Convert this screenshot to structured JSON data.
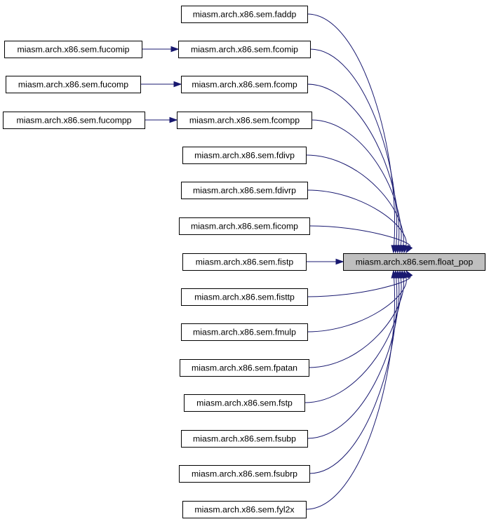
{
  "graph": {
    "root": {
      "id": "float_pop",
      "label": "miasm.arch.x86.sem.float_pop"
    },
    "nodes": [
      {
        "id": "faddp",
        "label": "miasm.arch.x86.sem.faddp"
      },
      {
        "id": "fcomip",
        "label": "miasm.arch.x86.sem.fcomip"
      },
      {
        "id": "fcomp",
        "label": "miasm.arch.x86.sem.fcomp"
      },
      {
        "id": "fcompp",
        "label": "miasm.arch.x86.sem.fcompp"
      },
      {
        "id": "fdivp",
        "label": "miasm.arch.x86.sem.fdivp"
      },
      {
        "id": "fdivrp",
        "label": "miasm.arch.x86.sem.fdivrp"
      },
      {
        "id": "ficomp",
        "label": "miasm.arch.x86.sem.ficomp"
      },
      {
        "id": "fistp",
        "label": "miasm.arch.x86.sem.fistp"
      },
      {
        "id": "fisttp",
        "label": "miasm.arch.x86.sem.fisttp"
      },
      {
        "id": "fmulp",
        "label": "miasm.arch.x86.sem.fmulp"
      },
      {
        "id": "fpatan",
        "label": "miasm.arch.x86.sem.fpatan"
      },
      {
        "id": "fstp",
        "label": "miasm.arch.x86.sem.fstp"
      },
      {
        "id": "fsubp",
        "label": "miasm.arch.x86.sem.fsubp"
      },
      {
        "id": "fsubrp",
        "label": "miasm.arch.x86.sem.fsubrp"
      },
      {
        "id": "fyl2x",
        "label": "miasm.arch.x86.sem.fyl2x"
      },
      {
        "id": "fucomip",
        "label": "miasm.arch.x86.sem.fucomip"
      },
      {
        "id": "fucomp",
        "label": "miasm.arch.x86.sem.fucomp"
      },
      {
        "id": "fucompp",
        "label": "miasm.arch.x86.sem.fucompp"
      }
    ],
    "edges": [
      {
        "from": "faddp",
        "to": "float_pop"
      },
      {
        "from": "fcomip",
        "to": "float_pop"
      },
      {
        "from": "fcomp",
        "to": "float_pop"
      },
      {
        "from": "fcompp",
        "to": "float_pop"
      },
      {
        "from": "fdivp",
        "to": "float_pop"
      },
      {
        "from": "fdivrp",
        "to": "float_pop"
      },
      {
        "from": "ficomp",
        "to": "float_pop"
      },
      {
        "from": "fistp",
        "to": "float_pop"
      },
      {
        "from": "fisttp",
        "to": "float_pop"
      },
      {
        "from": "fmulp",
        "to": "float_pop"
      },
      {
        "from": "fpatan",
        "to": "float_pop"
      },
      {
        "from": "fstp",
        "to": "float_pop"
      },
      {
        "from": "fsubp",
        "to": "float_pop"
      },
      {
        "from": "fsubrp",
        "to": "float_pop"
      },
      {
        "from": "fyl2x",
        "to": "float_pop"
      },
      {
        "from": "fucomip",
        "to": "fcomip"
      },
      {
        "from": "fucomp",
        "to": "fcomp"
      },
      {
        "from": "fucompp",
        "to": "fcompp"
      }
    ],
    "colors": {
      "edge": "#191970",
      "root_fill": "#bfbfbf",
      "node_fill": "#ffffff",
      "border": "#000000"
    }
  }
}
